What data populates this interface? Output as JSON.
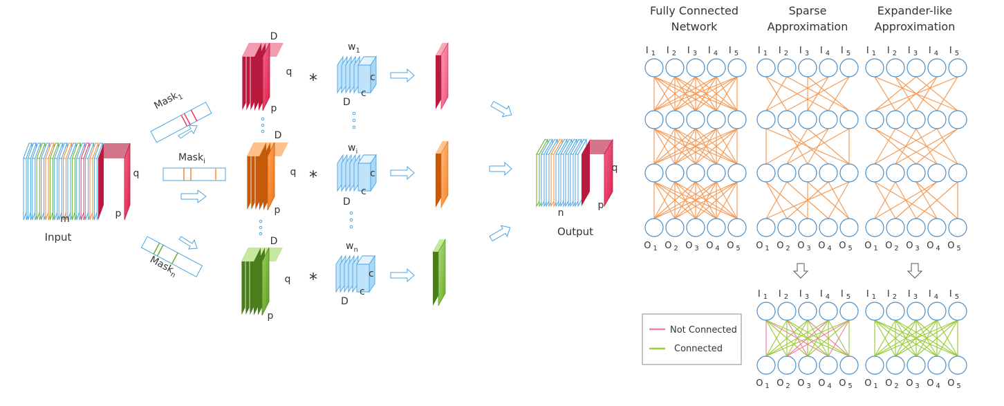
{
  "labels": {
    "input": "Input",
    "output": "Output",
    "m": "m",
    "n": "n",
    "p": "p",
    "q": "q",
    "c": "c",
    "D": "D",
    "star": "*",
    "mask_1": "Mask",
    "mask_1_sub": "1",
    "mask_i": "Mask",
    "mask_i_sub": "i",
    "mask_n": "Mask",
    "mask_n_sub": "n",
    "w": "w",
    "w_1_sub": "1",
    "w_i_sub": "i",
    "w_n_sub": "n"
  },
  "networks": [
    {
      "id": "fc",
      "title_line1": "Fully Connected",
      "title_line2": "Network"
    },
    {
      "id": "sparse",
      "title_line1": "Sparse",
      "title_line2": "Approximation"
    },
    {
      "id": "expander",
      "title_line1": "Expander-like",
      "title_line2": "Approximation"
    }
  ],
  "io": {
    "input_prefix": "I",
    "output_prefix": "O",
    "indices": [
      "1",
      "2",
      "3",
      "4",
      "5"
    ]
  },
  "legend": {
    "not_connected": "Not Connected",
    "connected": "Connected"
  },
  "colors": {
    "red": "#e8325a",
    "orange": "#f5882e",
    "green": "#6aad2d",
    "blue": "#4aa3df",
    "light_blue": "#bfe3fb",
    "edge_orange": "#f59a55",
    "edge_green": "#9ccc3c",
    "edge_pink": "#ef7fa3",
    "node": "#4a8ec9"
  }
}
